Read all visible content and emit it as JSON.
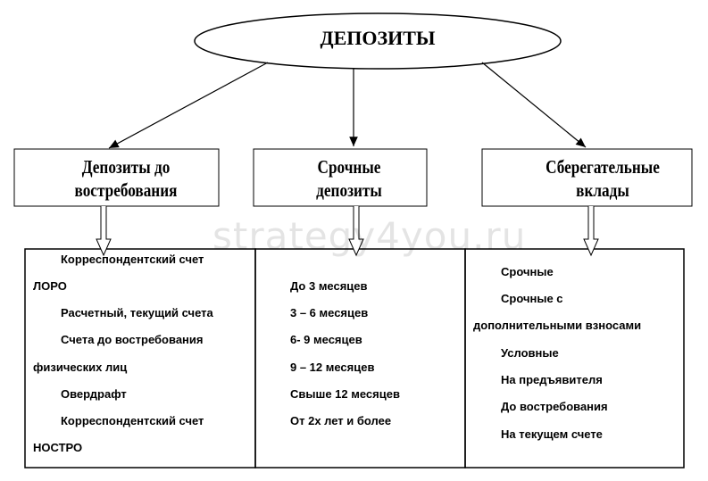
{
  "title": "ДЕПОЗИТЫ",
  "watermark": "strategy4you.ru",
  "categories": [
    {
      "line1": "Депозиты до",
      "line2": "востребования",
      "items": [
        "Корреспондентский счет",
        "ЛОРО",
        "Расчетный, текущий счета",
        "Счета до востребования",
        "физических лиц",
        "Овердрафт",
        "Корреспондентский счет",
        "НОСТРО"
      ]
    },
    {
      "line1": "Срочные",
      "line2": "депозиты",
      "items": [
        "До 3 месяцев",
        "3 – 6 месяцев",
        "6- 9 месяцев",
        "9 – 12 месяцев",
        "Свыше 12 месяцев",
        "От 2х лет и более"
      ]
    },
    {
      "line1": "Сберегательные",
      "line2": "вклады",
      "items": [
        "Срочные",
        "Срочные с",
        "дополнительными взносами",
        "Условные",
        "На предъявителя",
        "До востребования",
        "На текущем счете"
      ]
    }
  ]
}
